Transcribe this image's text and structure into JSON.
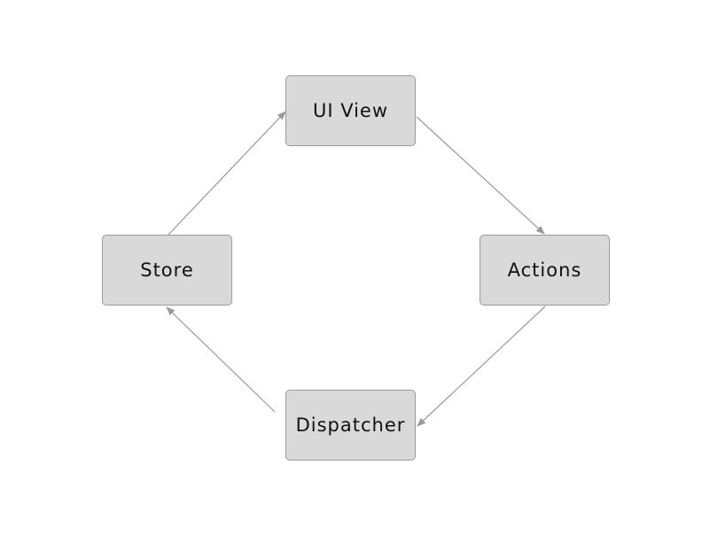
{
  "diagram": {
    "nodes": [
      {
        "id": "ui-view",
        "label": "UI View"
      },
      {
        "id": "actions",
        "label": "Actions"
      },
      {
        "id": "dispatcher",
        "label": "Dispatcher"
      },
      {
        "id": "store",
        "label": "Store"
      }
    ],
    "edges": [
      {
        "from": "ui-view",
        "to": "actions"
      },
      {
        "from": "actions",
        "to": "dispatcher"
      },
      {
        "from": "dispatcher",
        "to": "store"
      },
      {
        "from": "store",
        "to": "ui-view"
      }
    ],
    "colors": {
      "node_fill": "#d9d9d9",
      "node_border": "#9a9a9a",
      "edge": "#999999",
      "text": "#111111"
    }
  }
}
